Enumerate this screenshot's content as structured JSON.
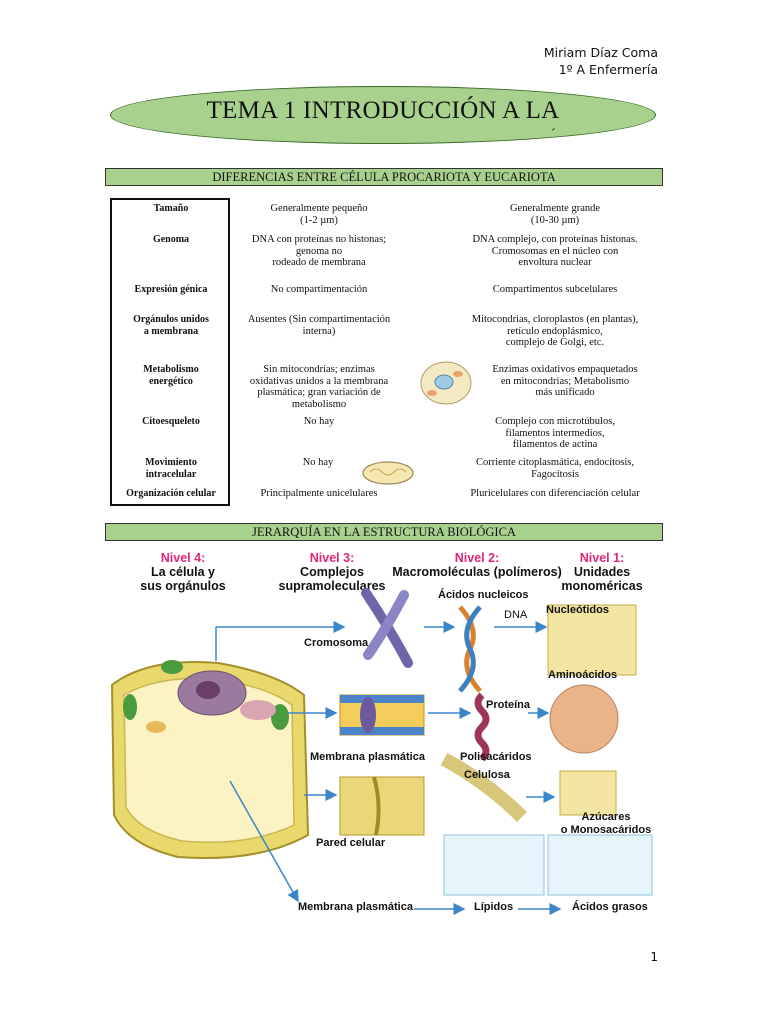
{
  "header": {
    "author": "Miriam Díaz Coma",
    "course": "1º A Enfermería"
  },
  "title": {
    "text": "TEMA 1 INTRODUCCIÓN A LA",
    "accent": "´"
  },
  "section1": {
    "heading": "DIFERENCIAS ENTRE CÉLULA PROCARIOTA Y EUCARIOTA"
  },
  "comparison_rows": [
    {
      "feature": "Tamaño",
      "prokaryote": "Generalmente pequeño\n(1-2 µm)",
      "eukaryote": "Generalmente grande\n(10-30 µm)"
    },
    {
      "feature": "Genoma",
      "prokaryote": "DNA con proteínas no histonas;\ngenoma no\nrodeado de membrana",
      "eukaryote": "DNA complejo, con proteínas histonas.\nCromosomas en el núcleo con\nenvoltura nuclear"
    },
    {
      "feature": "Expresión génica",
      "prokaryote": "No compartimentación",
      "eukaryote": "Compartimentos subcelulares"
    },
    {
      "feature": "Orgánulos unidos\na membrana",
      "prokaryote": "Ausentes (Sin compartimentación\ninterna)",
      "eukaryote": "Mitocondrias, cloroplastos (en plantas),\nretículo endoplásmico,\ncomplejo de Golgi, etc."
    },
    {
      "feature": "Metabolismo\nenergético",
      "prokaryote": "Sin mitocondrias; enzimas\noxidativas unidos a la membrana\nplasmática; gran variación de\nmetabolismo",
      "eukaryote": "Enzimas oxidativos empaquetados\nen mitocondrias; Metabolismo\nmás unificado"
    },
    {
      "feature": "Citoesqueleto",
      "prokaryote": "No hay",
      "eukaryote": "Complejo con microtúbulos,\nfilamentos intermedios,\nfilamentos de actina"
    },
    {
      "feature": "Movimiento\nintracelular",
      "prokaryote": "No hay",
      "eukaryote": "Corriente citoplasmática, endocitosis,\nFagocitosis"
    },
    {
      "feature": "Organización celular",
      "prokaryote": "Principalmente unicelulares",
      "eukaryote": "Pluricelulares con diferenciación celular"
    }
  ],
  "section2": {
    "heading": "JERARQUÍA EN LA ESTRUCTURA BIOLÓGICA"
  },
  "hierarchy": {
    "levels": [
      {
        "tag": "Nivel 4:",
        "name": "La célula y\nsus orgánulos"
      },
      {
        "tag": "Nivel 3:",
        "name": "Complejos\nsupramoleculares"
      },
      {
        "tag": "Nivel 2:",
        "name": "Macromoléculas (polímeros)"
      },
      {
        "tag": "Nivel 1:",
        "name": "Unidades\nmonoméricas"
      }
    ],
    "labels": {
      "acidos_nucleicos": "Ácidos nucleicos",
      "dna": "DNA",
      "nucleotidos": "Nucleótidos",
      "cromosoma": "Cromosoma",
      "aminoacidos": "Aminoácidos",
      "proteina": "Proteína",
      "membrana": "Membrana plasmática",
      "polisacaridos": "Polisacáridos",
      "celulosa": "Celulosa",
      "azucares": "Azúcares\no Monosacáridos",
      "pared": "Pared celular",
      "membrana_bottom": "Membrana plasmática",
      "lipidos": "Lípidos",
      "acidos_grasos": "Ácidos grasos"
    }
  },
  "page_number": "1"
}
